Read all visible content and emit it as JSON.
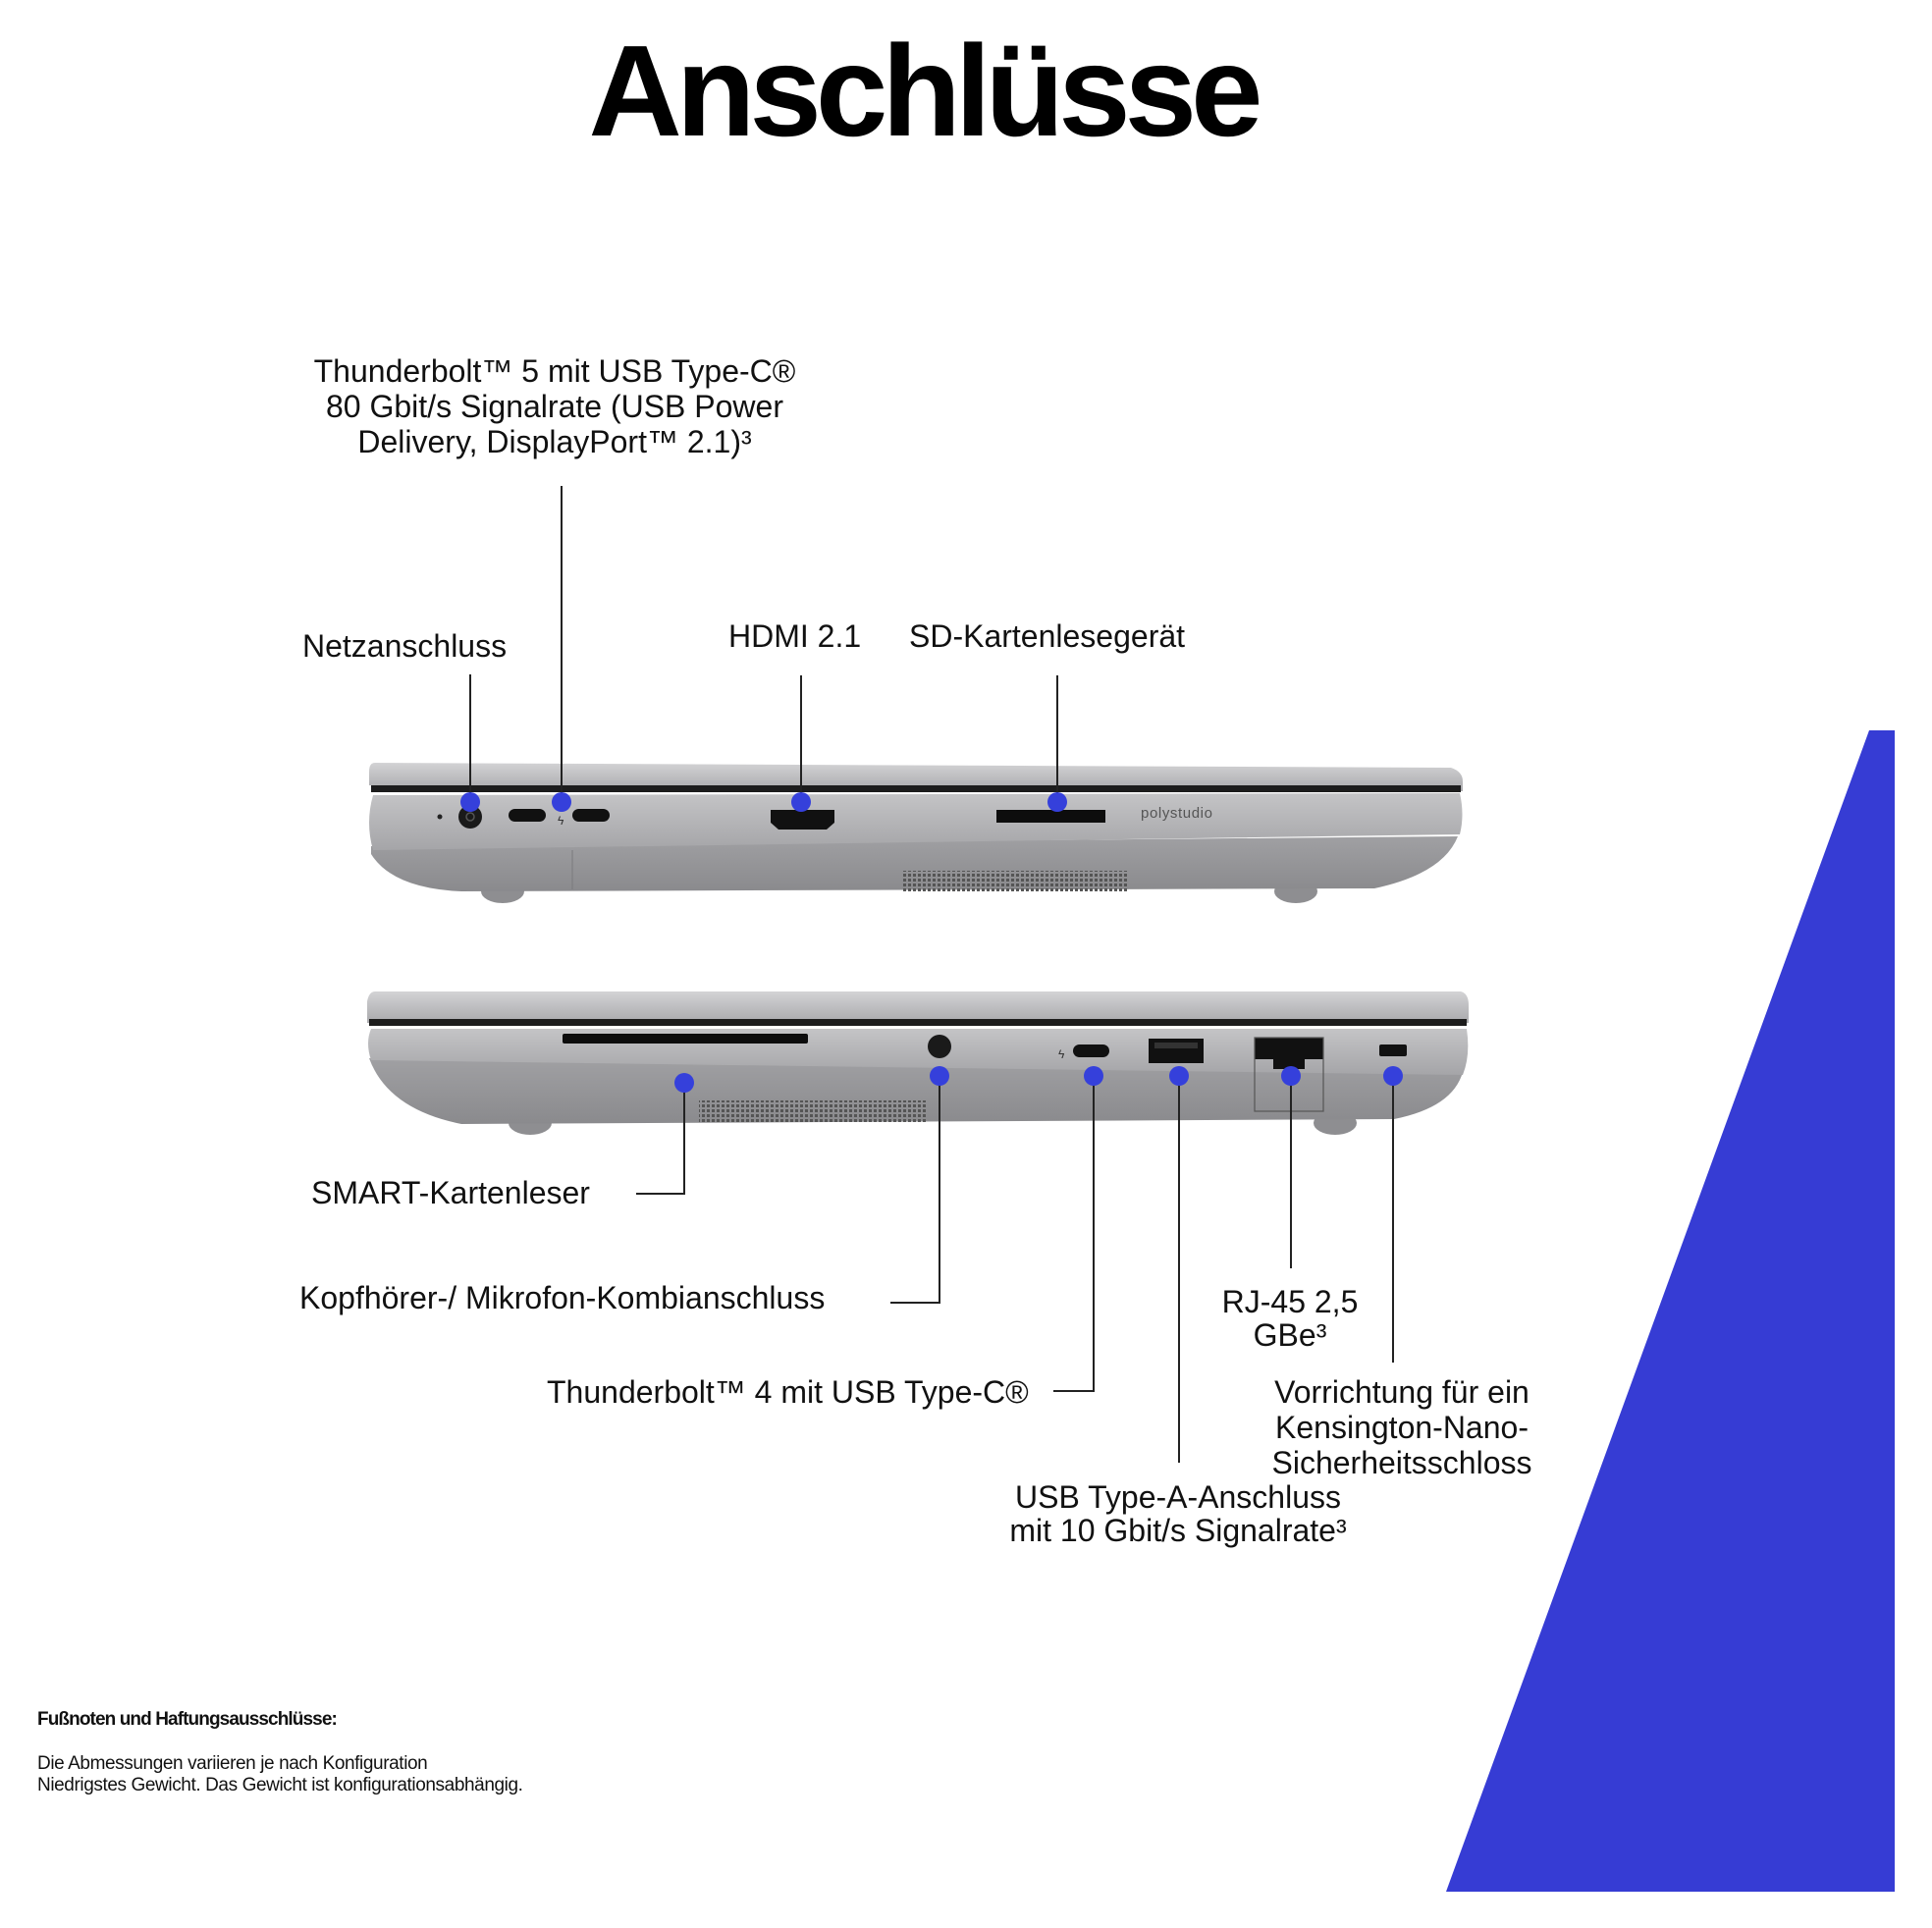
{
  "title": "Anschlüsse",
  "accent_color": "#363CD4",
  "marker_color": "#3540DB",
  "laptop_top_view": {
    "brand_text": "polystudio",
    "callouts": [
      {
        "id": "power",
        "label": "Netzanschluss"
      },
      {
        "id": "tb5",
        "label_lines": [
          "Thunderbolt™ 5 mit USB Type-C®",
          "80 Gbit/s Signalrate (USB Power",
          "Delivery, DisplayPort™ 2.1)³"
        ]
      },
      {
        "id": "hdmi",
        "label": "HDMI 2.1"
      },
      {
        "id": "sd",
        "label": "SD-Kartenlesegerät"
      }
    ]
  },
  "laptop_bottom_view": {
    "callouts": [
      {
        "id": "smart",
        "label": "SMART-Kartenleser"
      },
      {
        "id": "audio",
        "label": "Kopfhörer-/ Mikrofon-Kombianschluss"
      },
      {
        "id": "tb4",
        "label": "Thunderbolt™ 4 mit USB Type-C®"
      },
      {
        "id": "usba",
        "label_lines": [
          "USB Type-A-Anschluss",
          "mit 10 Gbit/s Signalrate³"
        ]
      },
      {
        "id": "rj45",
        "label_lines": [
          "RJ-45 2,5",
          "GBe³"
        ]
      },
      {
        "id": "kensington",
        "label_lines": [
          "Vorrichtung für ein",
          "Kensington-Nano-",
          "Sicherheitsschloss"
        ]
      }
    ]
  },
  "footnotes": {
    "heading": "Fußnoten und Haftungsausschlüsse:",
    "lines": [
      "Die Abmessungen variieren je nach Konfiguration",
      "Niedrigstes Gewicht. Das Gewicht ist konfigurationsabhängig."
    ]
  }
}
